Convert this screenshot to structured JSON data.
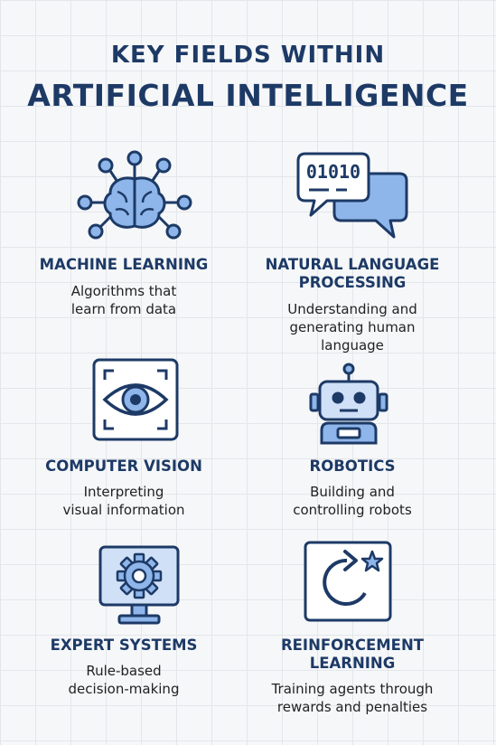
{
  "header": {
    "line1": "KEY FIELDS WITHIN",
    "line2": "ARTIFICIAL INTELLIGENCE"
  },
  "colors": {
    "navy": "#1d3a66",
    "fill_blue": "#8fb6ea",
    "light_blue": "#cfe0f7",
    "background": "#f6f7f9"
  },
  "fields": [
    {
      "icon": "brain-network-icon",
      "title": "MACHINE LEARNING",
      "desc_lines": [
        "Algorithms that",
        "learn from data"
      ]
    },
    {
      "icon": "chat-bubbles-icon",
      "title_lines": [
        "NATURAL LANGUAGE",
        "PROCESSING"
      ],
      "desc_lines": [
        "Understanding and",
        "generating human",
        "language"
      ],
      "bubble_text": "01010"
    },
    {
      "icon": "eye-icon",
      "title": "COMPUTER VISION",
      "desc_lines": [
        "Interpreting",
        "visual information"
      ]
    },
    {
      "icon": "robot-icon",
      "title": "ROBOTICS",
      "desc_lines": [
        "Building and",
        "controlling robots"
      ]
    },
    {
      "icon": "monitor-gear-icon",
      "title": "EXPERT SYSTEMS",
      "desc_lines": [
        "Rule-based",
        "decision-making"
      ]
    },
    {
      "icon": "loop-star-icon",
      "title_lines": [
        "REINFORCEMENT",
        "LEARNING"
      ],
      "desc_lines": [
        "Training agents through",
        "rewards and penalties"
      ]
    }
  ]
}
